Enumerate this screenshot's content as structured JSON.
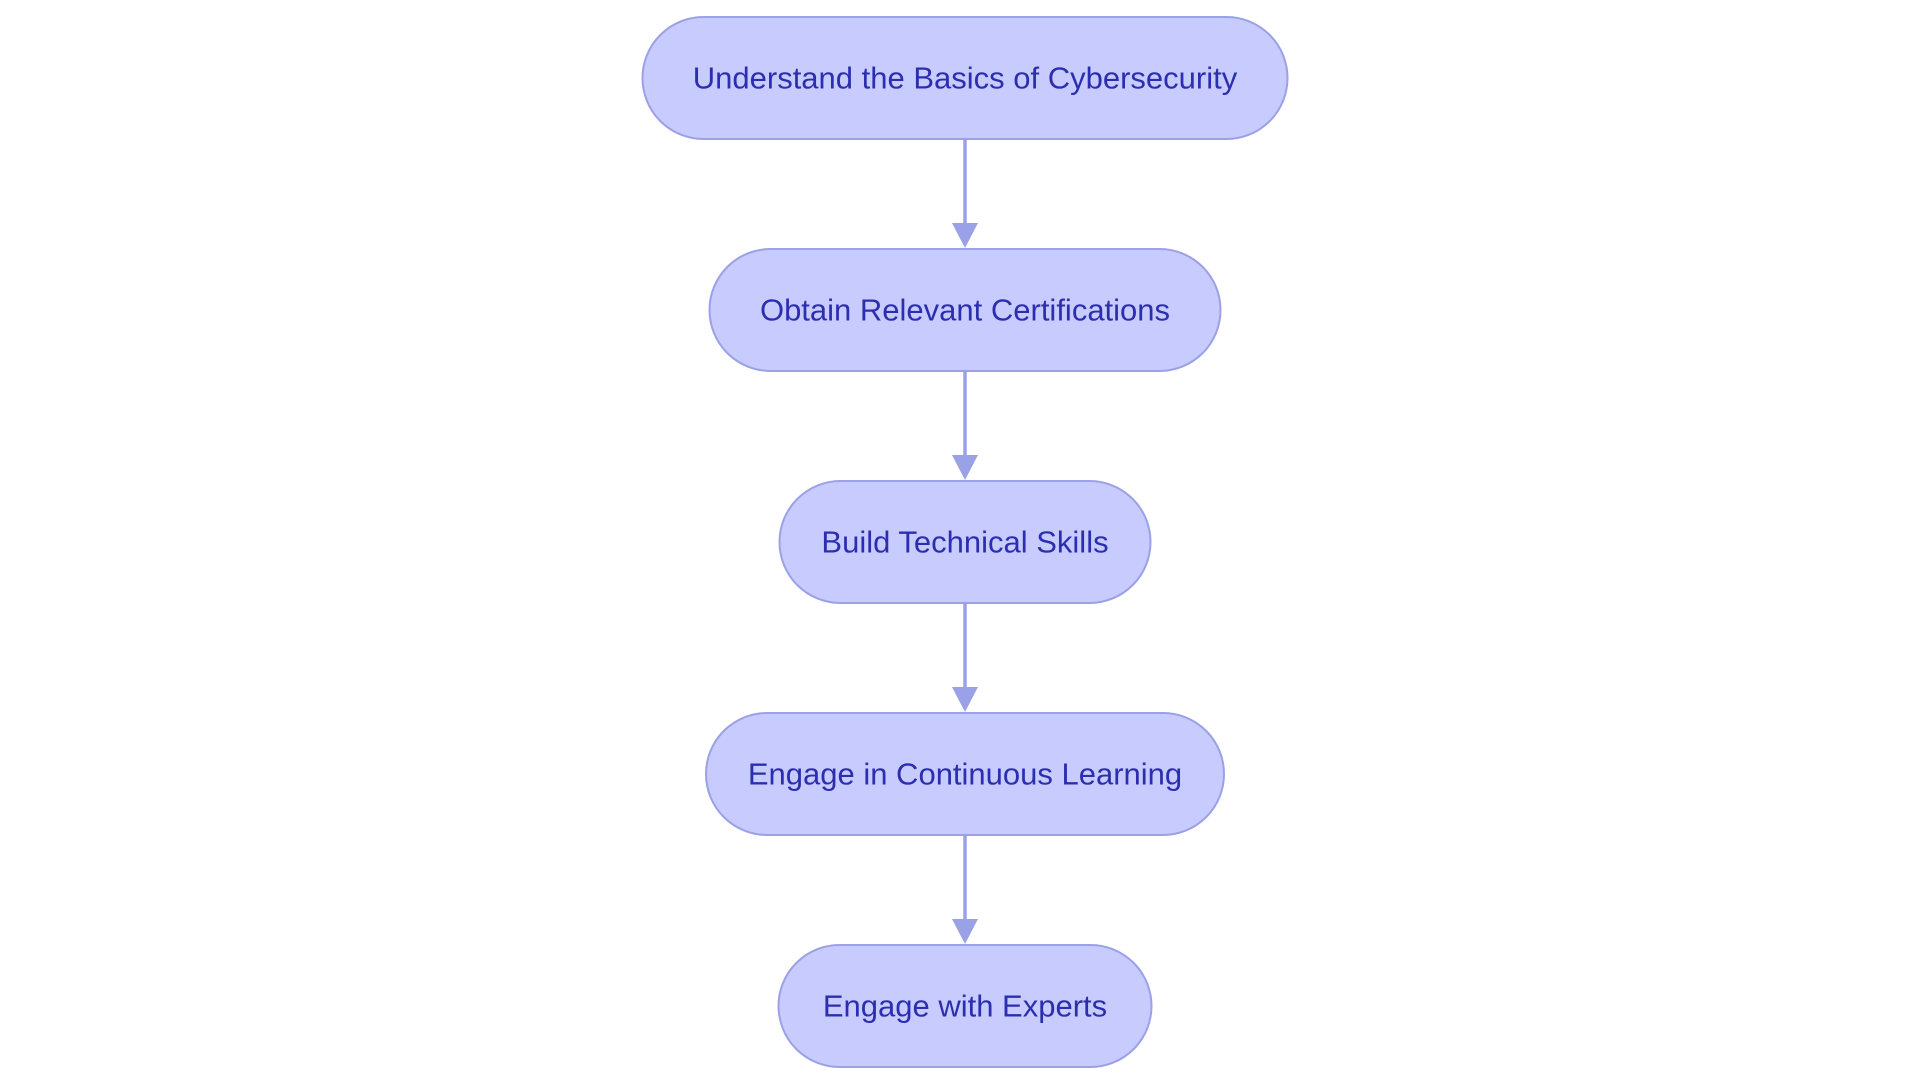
{
  "flowchart": {
    "colors": {
      "node_fill": "#c8cbfe",
      "node_stroke": "#9ba1e6",
      "text": "#2b2faf",
      "edge": "#9ba1e6"
    },
    "nodes": [
      {
        "id": "basics",
        "label": "Understand the Basics of Cybersecurity"
      },
      {
        "id": "certs",
        "label": "Obtain Relevant Certifications"
      },
      {
        "id": "skills",
        "label": "Build Technical Skills"
      },
      {
        "id": "learning",
        "label": "Engage in Continuous Learning"
      },
      {
        "id": "experts",
        "label": "Engage with Experts"
      }
    ],
    "edges": [
      {
        "from": "basics",
        "to": "certs"
      },
      {
        "from": "certs",
        "to": "skills"
      },
      {
        "from": "skills",
        "to": "learning"
      },
      {
        "from": "learning",
        "to": "experts"
      }
    ]
  }
}
